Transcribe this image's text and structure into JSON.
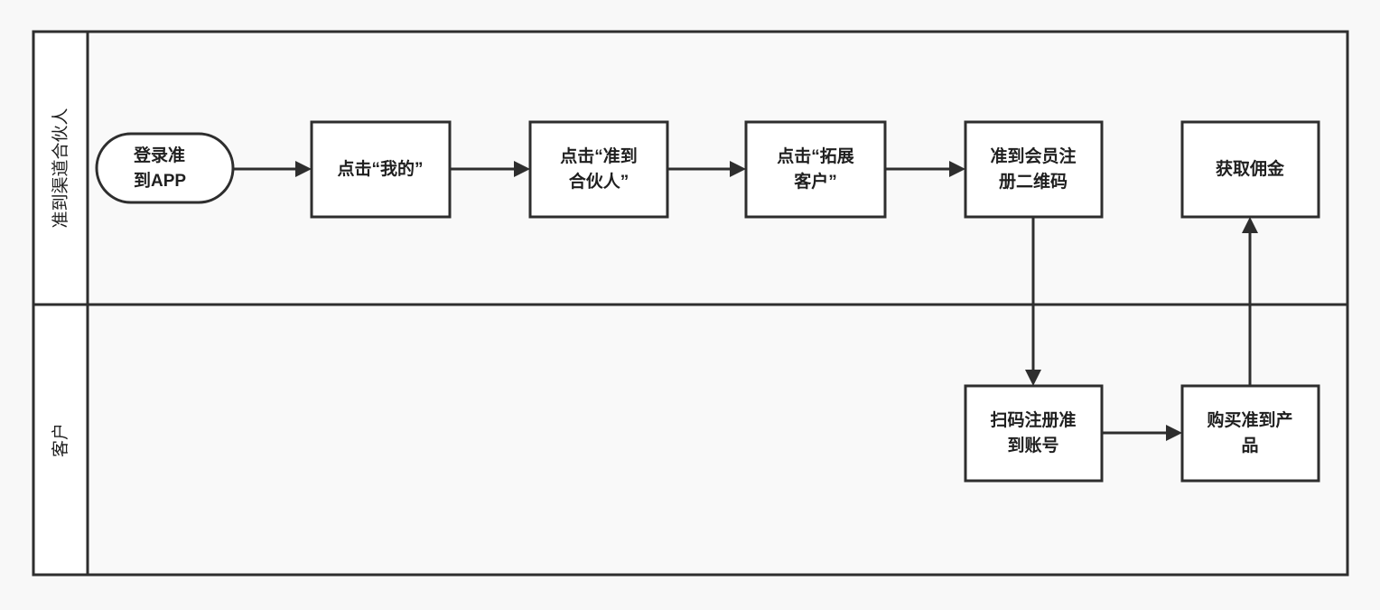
{
  "diagram": {
    "type": "swimlane-flowchart",
    "background_color": "#f8f8f8",
    "lane_body_color": "#f9f9f9",
    "lane_header_color": "#ffffff",
    "stroke_color": "#2e2e2e",
    "node_fill": "#ffffff",
    "text_color": "#1f1f1f"
  },
  "lanes": [
    {
      "id": "lane-partner",
      "label": "准到渠道合伙人"
    },
    {
      "id": "lane-customer",
      "label": "客户"
    }
  ],
  "nodes": [
    {
      "id": "node-login",
      "lane": "lane-partner",
      "shape": "stadium",
      "align": "left",
      "lines": [
        "登录准",
        "到APP"
      ]
    },
    {
      "id": "node-tap-mine",
      "lane": "lane-partner",
      "shape": "rect",
      "align": "center",
      "lines": [
        "点击“我的”"
      ]
    },
    {
      "id": "node-tap-partner",
      "lane": "lane-partner",
      "shape": "rect",
      "align": "center",
      "lines": [
        "点击“准到",
        "合伙人”"
      ]
    },
    {
      "id": "node-tap-expand-customer",
      "lane": "lane-partner",
      "shape": "rect",
      "align": "center",
      "lines": [
        "点击“拓展",
        "客户”"
      ]
    },
    {
      "id": "node-member-qrcode",
      "lane": "lane-partner",
      "shape": "rect",
      "align": "center",
      "lines": [
        "准到会员注",
        "册二维码"
      ]
    },
    {
      "id": "node-get-commission",
      "lane": "lane-partner",
      "shape": "rect",
      "align": "center",
      "lines": [
        "获取佣金"
      ]
    },
    {
      "id": "node-scan-register",
      "lane": "lane-customer",
      "shape": "rect",
      "align": "center",
      "lines": [
        "扫码注册准",
        "到账号"
      ]
    },
    {
      "id": "node-buy-product",
      "lane": "lane-customer",
      "shape": "rect",
      "align": "center",
      "lines": [
        "购买准到产",
        "品"
      ]
    }
  ],
  "edges": [
    {
      "id": "edge-login-to-mine",
      "from": "node-login",
      "to": "node-tap-mine",
      "direction": "right"
    },
    {
      "id": "edge-mine-to-partner",
      "from": "node-tap-mine",
      "to": "node-tap-partner",
      "direction": "right"
    },
    {
      "id": "edge-partner-to-expand",
      "from": "node-tap-partner",
      "to": "node-tap-expand-customer",
      "direction": "right"
    },
    {
      "id": "edge-expand-to-qrcode",
      "from": "node-tap-expand-customer",
      "to": "node-member-qrcode",
      "direction": "right"
    },
    {
      "id": "edge-qrcode-to-scan",
      "from": "node-member-qrcode",
      "to": "node-scan-register",
      "direction": "down"
    },
    {
      "id": "edge-scan-to-buy",
      "from": "node-scan-register",
      "to": "node-buy-product",
      "direction": "right"
    },
    {
      "id": "edge-buy-to-commission",
      "from": "node-buy-product",
      "to": "node-get-commission",
      "direction": "up"
    }
  ]
}
